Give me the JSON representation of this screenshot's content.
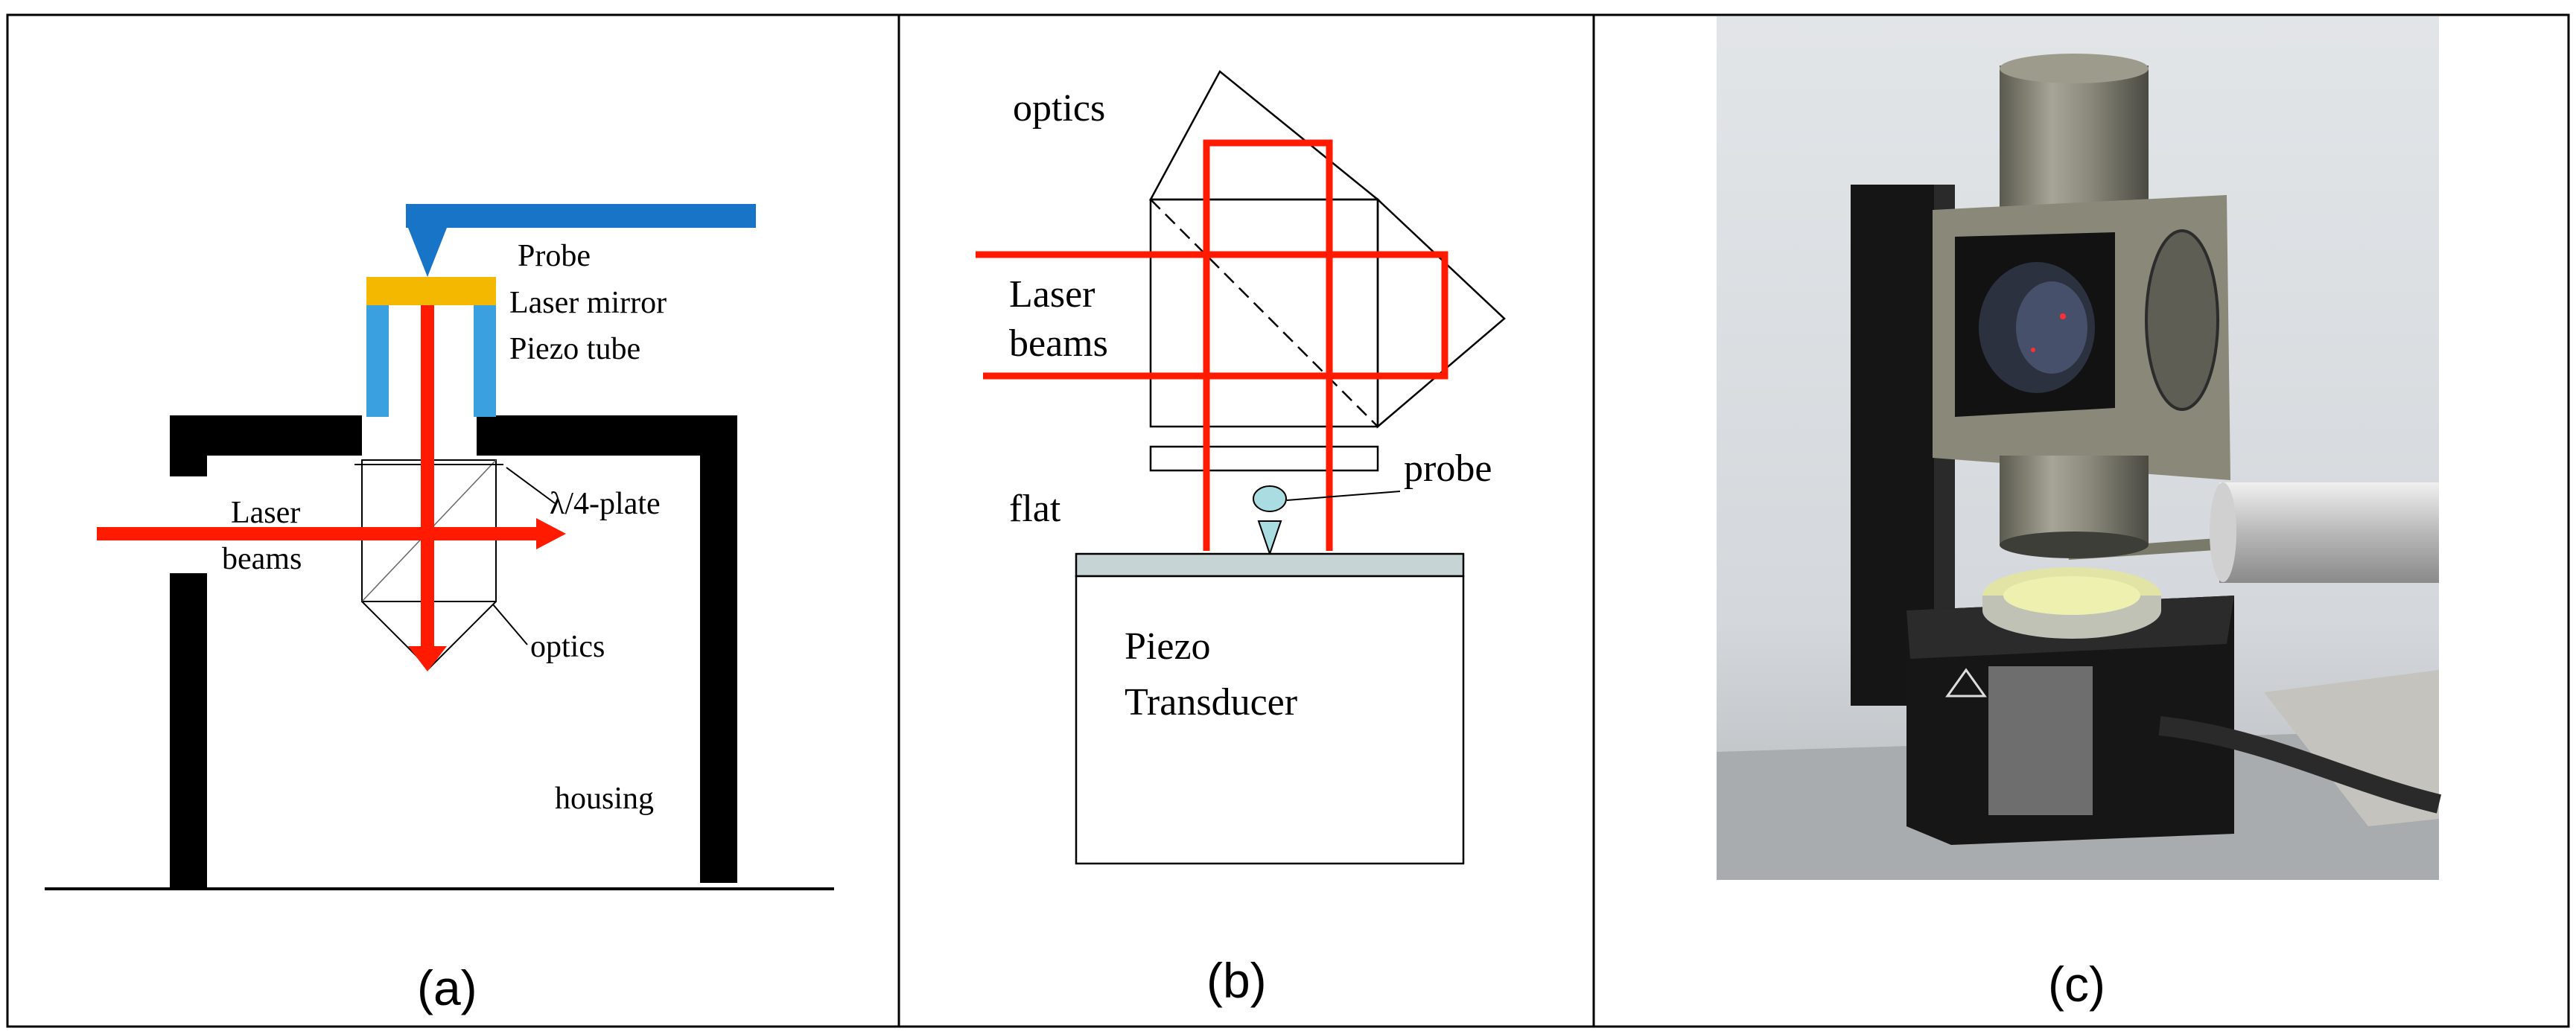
{
  "panel_a": {
    "caption": "(a)",
    "labels": {
      "probe": "Probe",
      "laser_mirror": "Laser mirror",
      "piezo_tube": "Piezo tube",
      "laser_beams_1": "Laser",
      "laser_beams_2": "beams",
      "quarter_wave_plate": "λ/4-plate",
      "optics": "optics",
      "housing": "housing"
    }
  },
  "panel_b": {
    "caption": "(b)",
    "labels": {
      "optics": "optics",
      "laser_beams_1": "Laser",
      "laser_beams_2": "beams",
      "probe": "probe",
      "flat": "flat",
      "piezo_1": "Piezo",
      "piezo_2": "Transducer"
    }
  },
  "panel_c": {
    "caption": "(c)"
  },
  "colors": {
    "laser": "#ff1a00",
    "probe_blue": "#1874c6",
    "mirror_yellow": "#f5b800",
    "piezo_blue": "#3aa0e0",
    "flat_gray": "#c6d4d6",
    "probe_b": "#a9dde2"
  }
}
